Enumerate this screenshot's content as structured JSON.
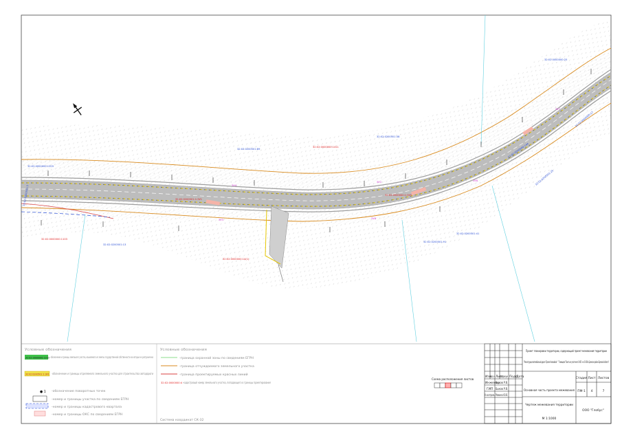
{
  "drawing": {
    "north_arrow": "north-arrow",
    "cadastral_labels": [
      {
        "text": "32:02:0000000:1203",
        "color": "#2a4fd6"
      },
      {
        "text": "32:02:0200501:13",
        "color": "#2a4fd6"
      },
      {
        "text": "32:02:0000000:1103",
        "color": "#e02020"
      },
      {
        "text": "32:02:0200501:89",
        "color": "#2a4fd6"
      },
      {
        "text": "32:02:0000000:1411",
        "color": "#e02020"
      },
      {
        "text": "32:02:0200501:38",
        "color": "#2a4fd6"
      },
      {
        "text": "32:02:0000000:25",
        "color": "#2a4fd6"
      },
      {
        "text": "32:02:0200501:1:ЗУ1",
        "color": "#e02020"
      },
      {
        "text": "32:02:0000000:14(1)",
        "color": "#e02020"
      },
      {
        "text": "32:02:0200501:91",
        "color": "#2a4fd6"
      },
      {
        "text": "32:02:0000000:1:ЗУ5",
        "color": "#e02020"
      },
      {
        "text": "32:02:0200501:41",
        "color": "#2a4fd6"
      },
      {
        "text": "32:02:0000000:144",
        "color": "#2a4fd6"
      },
      {
        "text": "32:02:0200501:25",
        "color": "#2a4fd6"
      },
      {
        "text": "32:02:0000000:17",
        "color": "#2a4fd6"
      },
      {
        "text": "32:02:0200501:3",
        "color": "#2a4fd6"
      }
    ],
    "zone_labels": [
      {
        "text": "ЗУ4",
        "color": "#d43fd4"
      },
      {
        "text": "ЗУ3",
        "color": "#d43fd4"
      },
      {
        "text": "ЗУ2",
        "color": "#d43fd4"
      },
      {
        "text": "ЗУ6",
        "color": "#d43fd4"
      },
      {
        "text": "ЗУ7",
        "color": "#d43fd4"
      },
      {
        "text": "ЗУ8",
        "color": "#d43fd4"
      }
    ]
  },
  "legend_left": {
    "title": "Условные обозначения",
    "items": [
      {
        "sample": "32:02:0000000:1203",
        "sample_bg": "#3ec24a",
        "text": "-обозначение и границы земельного участка, изымаемого из земель государственной собственности на которые не разграничена"
      },
      {
        "sample": "32:02:0200501:1:ЗУ1",
        "sample_bg": "#f0e24a",
        "text": "-обозначение и границы отделяемого земельного участка для строительства автодороги"
      },
      {
        "sample": "● 1",
        "sample_bg": "#ffffff",
        "text": "-обозначение поворотных точек"
      },
      {
        "sample": "",
        "sample_bg": "#ffffff",
        "text": "-номер и границы участка по сведениям ЕГРН"
      },
      {
        "sample": "",
        "sample_bg": "#dde3ff",
        "text": "-номер и границы кадастрового квартала"
      },
      {
        "sample": "",
        "sample_bg": "#ffdede",
        "text": "-номер и границы ОКС по сведениям ЕГРН"
      }
    ]
  },
  "legend_right": {
    "title": "Условные обозначения",
    "items": [
      {
        "color": "#8bdc8b",
        "text": "-граница охранной зоны по сведениям ЕГРН"
      },
      {
        "color": "#d98a1c",
        "text": "-граница отчуждаемого земельного участка"
      },
      {
        "color": "#d94040",
        "text": "-граница проектируемых красных линий"
      },
      {
        "color": "#e02020",
        "prefix": "32:02:0000000:4",
        "text": "-кадастровый номер земельного участка, попадающего в границы проектирования"
      }
    ],
    "coord_system": "Система координат СК-32"
  },
  "scheme_label": "Схема расположения листов",
  "stamp": {
    "project_title": "Проект планировки территории, содержащий проект межевания территории",
    "object_title": "\"Реконструкция автомобильной дороги \"Брянск-Новозыбков\" - \"Глинищево\"-Локоть на участке км 0+005 - км 5+540 в Брянском районе Брянской области\"",
    "section_title": "Основная часть проекта межевания",
    "sheet_title": "Чертеж межевания территории",
    "scale": "М 1:1000",
    "company": "ООО \"Глобус\"",
    "col_headers": [
      "Изм.",
      "Кол.уч",
      "Лист",
      "№ докум.",
      "Подп.",
      "Дата"
    ],
    "people": [
      {
        "role": "Инженер",
        "name": "Быков Р.В."
      },
      {
        "role": "ГИП",
        "name": "Быков Р.В."
      },
      {
        "role": "Н.контроль",
        "name": "Ромина Ю.В."
      }
    ],
    "stage_header": "Стадия",
    "sheet_header": "Лист",
    "sheets_header": "Листов",
    "stage": "ПМ-1",
    "sheet": "4",
    "sheets": "7"
  }
}
